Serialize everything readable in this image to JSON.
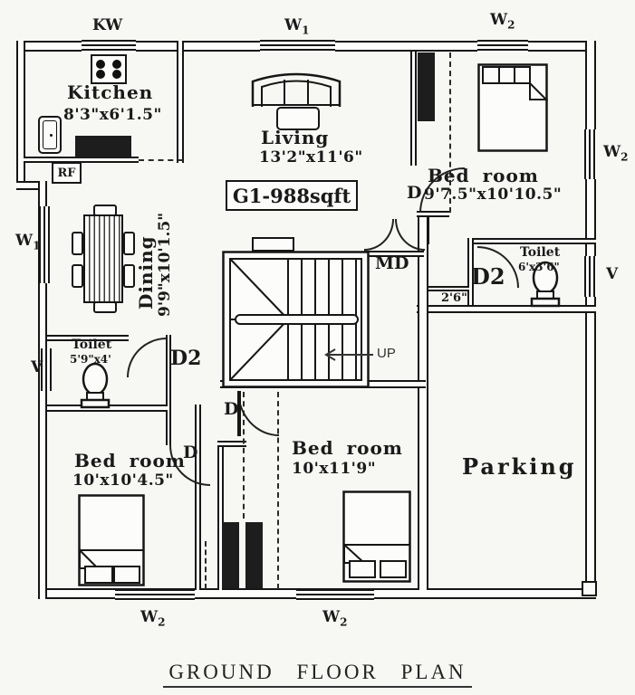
{
  "plan": {
    "title": "GROUND FLOOR PLAN",
    "area_label": "G1-988sqft",
    "rooms": {
      "kitchen": {
        "name": "Kitchen",
        "dims": "8'3\"x6'1.5\""
      },
      "living": {
        "name": "Living",
        "dims": "13'2\"x11'6\""
      },
      "bedroom_ne": {
        "name": "Bed room",
        "dims": "9'7.5\"x10'10.5\""
      },
      "dining": {
        "name": "Dining",
        "dims": "9'9\"x10'1.5\""
      },
      "toilet_east": {
        "name": "Toilet",
        "dims": "6'x3'6\""
      },
      "toilet_west": {
        "name": "Toilet",
        "dims": "5'9\"x4'"
      },
      "bedroom_sw": {
        "name": "Bed room",
        "dims": "10'x10'4.5\""
      },
      "bedroom_south": {
        "name": "Bed room",
        "dims": "10'x11'9\""
      },
      "parking": {
        "name": "Parking"
      }
    },
    "windows": {
      "kw_top": "KW",
      "w1_top": {
        "base": "W",
        "sub": "1"
      },
      "w2_top": {
        "base": "W",
        "sub": "2"
      },
      "w2_right": {
        "base": "W",
        "sub": "2"
      },
      "v_right": "V",
      "w1_left": {
        "base": "W",
        "sub": "1"
      },
      "v_left": "V",
      "w2_bottom_left": {
        "base": "W",
        "sub": "2"
      },
      "w2_bottom_center": {
        "base": "W",
        "sub": "2"
      }
    },
    "doors": {
      "main_door": "MD",
      "d2_east": "D2",
      "d2_west": "D2",
      "d_bedroom_ne": "D",
      "d_bedroom_sw": "D",
      "d_bedroom_south": "D"
    },
    "annotations": {
      "refrigerator": "RF",
      "stairs_up": "UP",
      "passage_width": "2'6\""
    }
  }
}
